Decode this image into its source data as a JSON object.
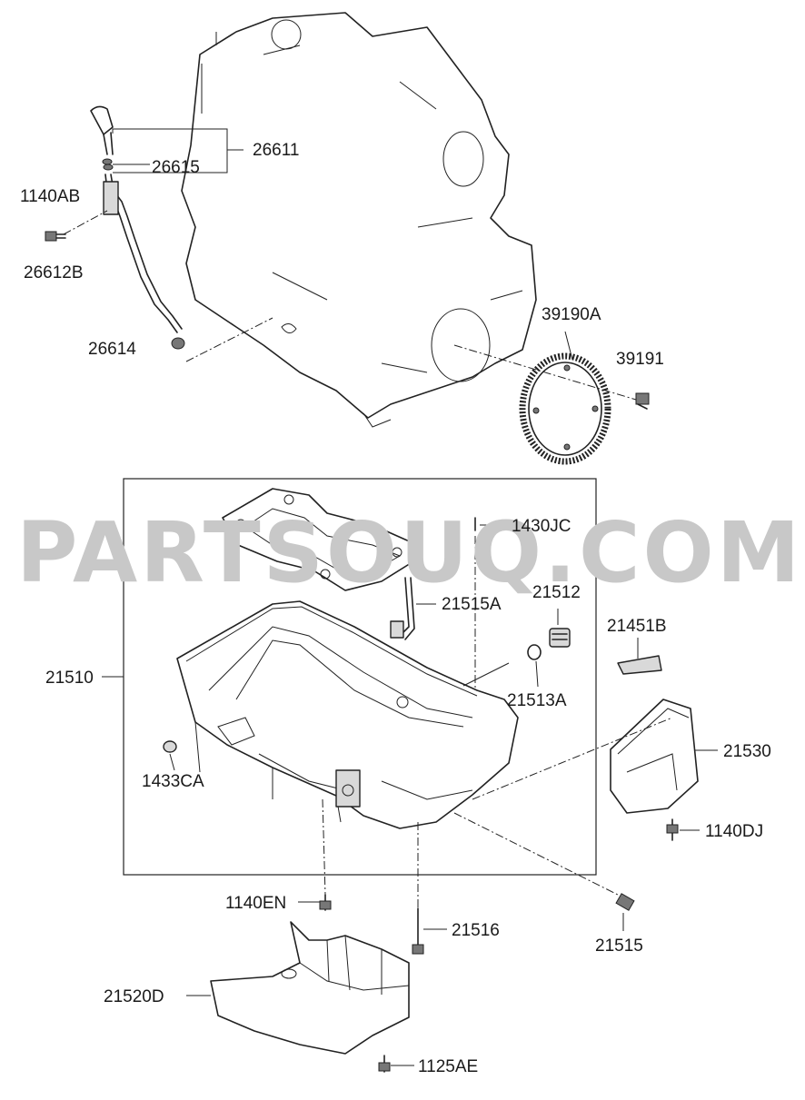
{
  "watermark": "PARTSOUQ.COM",
  "labels": {
    "p26611": "26611",
    "p26615": "26615",
    "p1140AB": "1140AB",
    "p26612B": "26612B",
    "p26614": "26614",
    "p39190A": "39190A",
    "p39191": "39191",
    "p1430JC": "1430JC",
    "p21515A": "21515A",
    "p21512": "21512",
    "p21451B": "21451B",
    "p21510": "21510",
    "p21513A": "21513A",
    "p21530": "21530",
    "p1433CA": "1433CA",
    "p1140DJ": "1140DJ",
    "p1140EN": "1140EN",
    "p21516": "21516",
    "p21515": "21515",
    "p21520D": "21520D",
    "p1125AE": "1125AE"
  }
}
